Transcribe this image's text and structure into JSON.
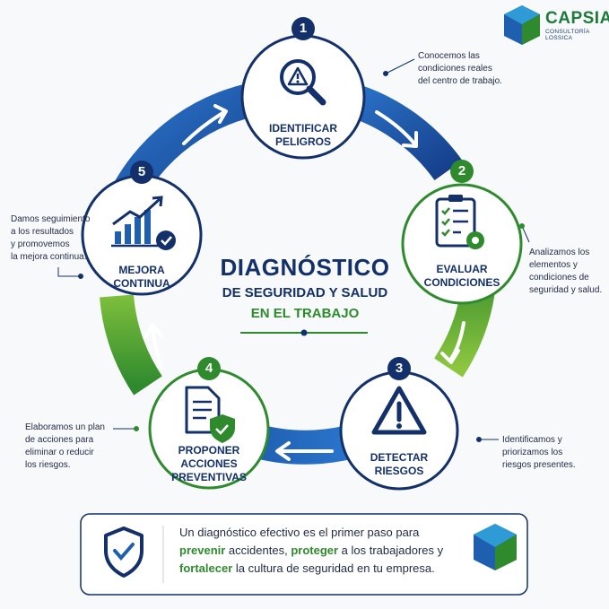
{
  "logo": {
    "name": "CAPSIA",
    "subtitle": "CONSULTORÍA LOSSICA"
  },
  "title": {
    "line1": "DIAGNÓSTICO",
    "line2": "DE SEGURIDAD Y SALUD",
    "line3": "EN EL TRABAJO"
  },
  "steps": [
    {
      "number": "1",
      "label_line1": "IDENTIFICAR",
      "label_line2": "PELIGROS",
      "icon": "magnifier-warning-icon",
      "description": [
        "Conocemos las",
        "condiciones reales",
        "del centro de trabajo."
      ]
    },
    {
      "number": "2",
      "label_line1": "EVALUAR",
      "label_line2": "CONDICIONES",
      "icon": "clipboard-checklist-icon",
      "description": [
        "Analizamos los",
        "elementos y",
        "condiciones de",
        "seguridad y salud."
      ]
    },
    {
      "number": "3",
      "label_line1": "DETECTAR",
      "label_line2": "RIESGOS",
      "icon": "warning-triangle-icon",
      "description": [
        "Identificamos y",
        "priorizamos los",
        "riesgos presentes."
      ]
    },
    {
      "number": "4",
      "label_line1": "PROPONER",
      "label_line2": "ACCIONES",
      "label_line3": "PREVENTIVAS",
      "icon": "document-shield-icon",
      "description": [
        "Elaboramos un plan",
        "de acciones para",
        "eliminar o reducir",
        "los riesgos."
      ]
    },
    {
      "number": "5",
      "label_line1": "MEJORA",
      "label_line2": "CONTINUA",
      "icon": "growth-chart-icon",
      "description": [
        "Damos seguimiento",
        "a los resultados",
        "y promovemos",
        "la mejora continua."
      ]
    }
  ],
  "banner": {
    "part1": "Un diagnóstico efectivo es el primer paso para",
    "kw1": "prevenir",
    "part2": " accidentes, ",
    "kw2": "proteger",
    "part3": " a los trabajadores y",
    "kw3": "fortalecer",
    "part4": " la cultura de seguridad en tu empresa."
  },
  "colors": {
    "navy": "#13306b",
    "blue": "#1f5fb0",
    "green": "#2f8a2e",
    "light_green": "#6ab43a"
  }
}
